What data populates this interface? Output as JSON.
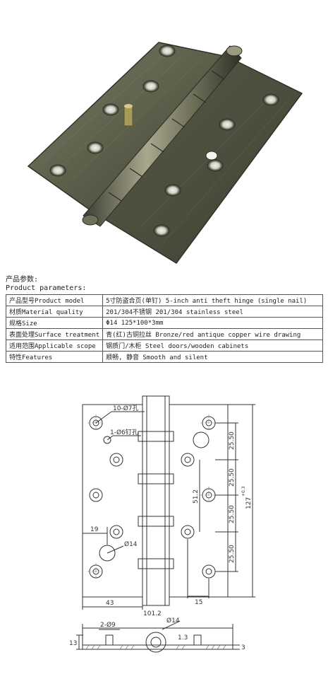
{
  "photo": {
    "alt": "brushed bronze 5-inch anti theft hinge"
  },
  "params": {
    "title_cn": "产品参数:",
    "title_en": "Product parameters:"
  },
  "table": [
    {
      "k": "产品型号Product model",
      "v": "5寸防盗合页(单钉) 5-inch anti theft hinge (single nail)"
    },
    {
      "k": "材质Material quality",
      "v": "201/304不锈钢 201/304 stainless steel"
    },
    {
      "k": "规格Size",
      "v": "Φ14  125*100*3mm"
    },
    {
      "k": "表面处理Surface treatment",
      "v": "青(红)古铜拉丝 Bronze/red antique copper wire drawing"
    },
    {
      "k": "适用范围Applicable scope",
      "v": "钢质门/木柜 Steel doors/wooden cabinets"
    },
    {
      "k": "特性Features",
      "v": "顺畅, 静音 Smooth and silent"
    }
  ],
  "drawing": {
    "holes_label": "10-Ø7孔",
    "pin_label": "1-Ø6钉孔",
    "knuckle_label": "Ø14",
    "dim_19": "19",
    "dim_43": "43",
    "dim_15": "15",
    "dim_2550": "25.50",
    "dim_512": "51.2",
    "dim_127": "127",
    "dim_127_tol": "+0.3",
    "dim_1012": "101.2",
    "dim_bottom_d14": "Ø14",
    "dim_29": "2-Ø9",
    "dim_13": "13",
    "dim_3": "3",
    "dim_small_13": "1.3"
  },
  "colors": {
    "bronze_dark": "#4f5142",
    "bronze_light": "#8c8c72",
    "line": "#333333"
  }
}
